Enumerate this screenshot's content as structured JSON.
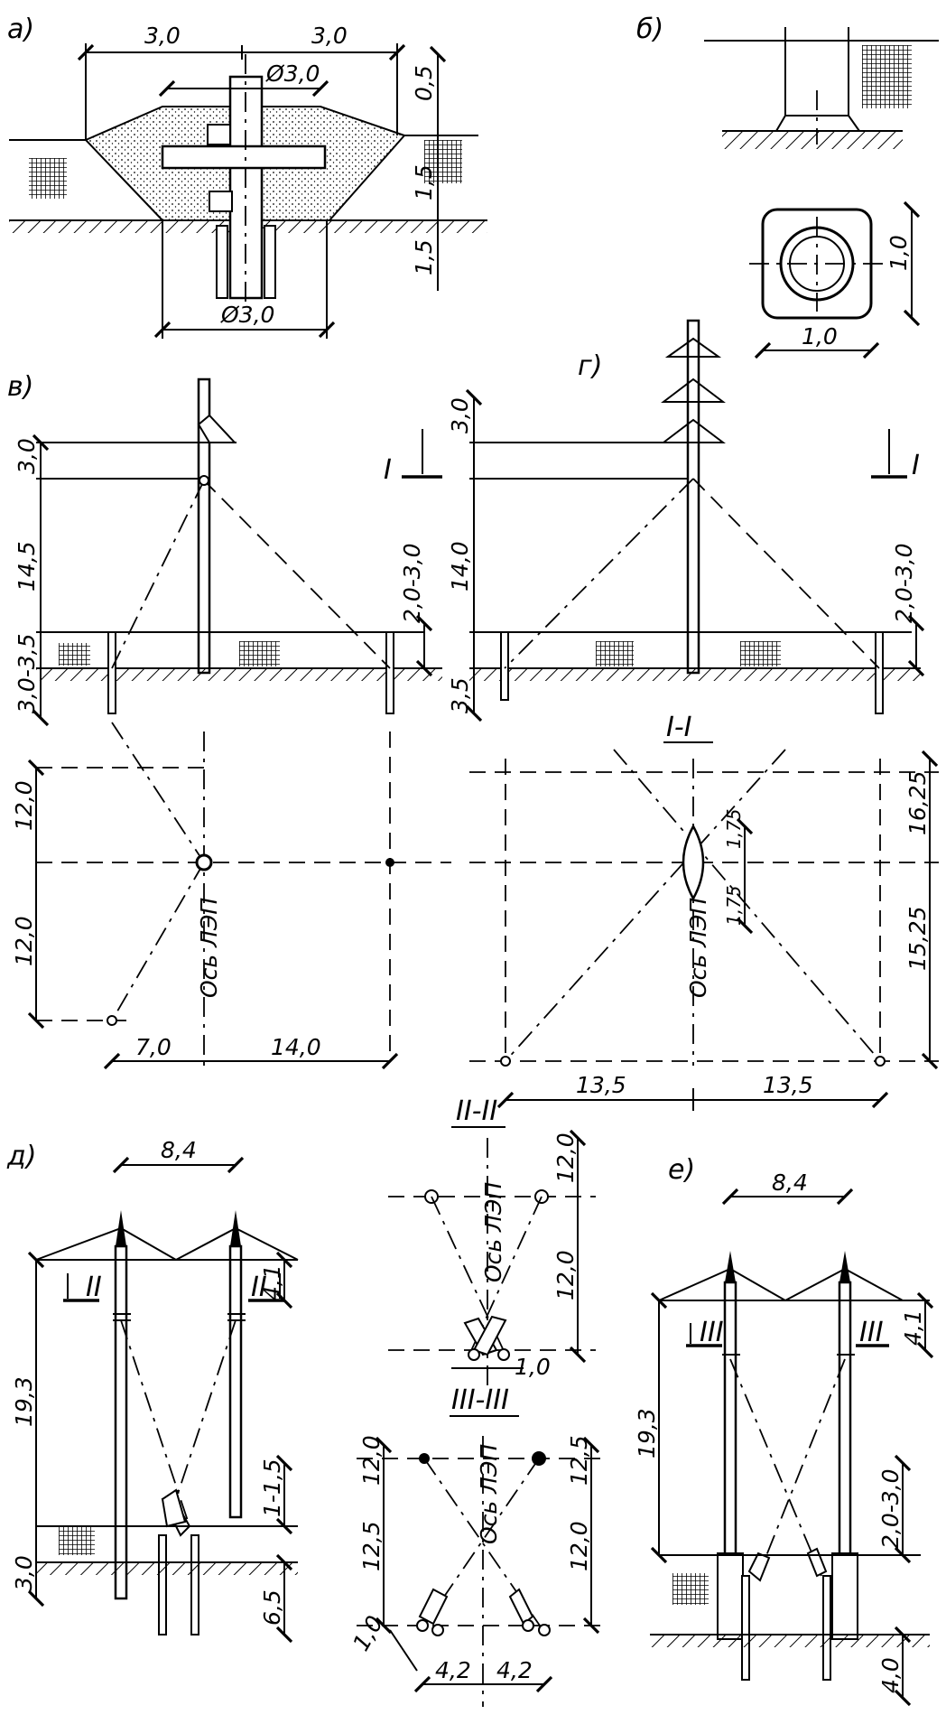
{
  "panels": {
    "a": {
      "label": "а)",
      "dims": [
        "3,0",
        "3,0",
        "Ø3,0",
        "0,5",
        "1,5",
        "1,5",
        "Ø3,0"
      ]
    },
    "b": {
      "label": "б)",
      "dims": [
        "1,0",
        "1,0"
      ]
    },
    "v": {
      "label": "в)",
      "dims": [
        "3,0",
        "14,5",
        "3,0-3,5",
        "2,0-3,0",
        "12,0",
        "12,0",
        "7,0",
        "14,0"
      ],
      "axis": "Ось ЛЭП"
    },
    "g": {
      "label": "г)",
      "dims": [
        "3,0",
        "14,0",
        "3,5",
        "2,0-3,0",
        "16,25",
        "15,25",
        "1,75",
        "1,75",
        "13,5",
        "13,5"
      ],
      "axis": "Ось ЛЭП",
      "cut_mark": "I",
      "section": "I-I"
    },
    "d": {
      "label": "д)",
      "dims": [
        "8,4",
        "4,1",
        "19,3",
        "1-1,5",
        "3,0",
        "6,5"
      ],
      "cut_mark": "II"
    },
    "sec2": {
      "section": "II-II",
      "dims": [
        "12,0",
        "12,0",
        "1,0"
      ],
      "axis": "Ось ЛЭП"
    },
    "sec3": {
      "section": "III-III",
      "dims": [
        "12,0",
        "12,5",
        "12,5",
        "12,0",
        "1,0",
        "4,2",
        "4,2"
      ],
      "axis": "Ось ЛЭП"
    },
    "e": {
      "label": "е)",
      "dims": [
        "8,4",
        "4,1",
        "19,3",
        "2,0-3,0",
        "4,0"
      ],
      "cut_mark": "III"
    }
  }
}
